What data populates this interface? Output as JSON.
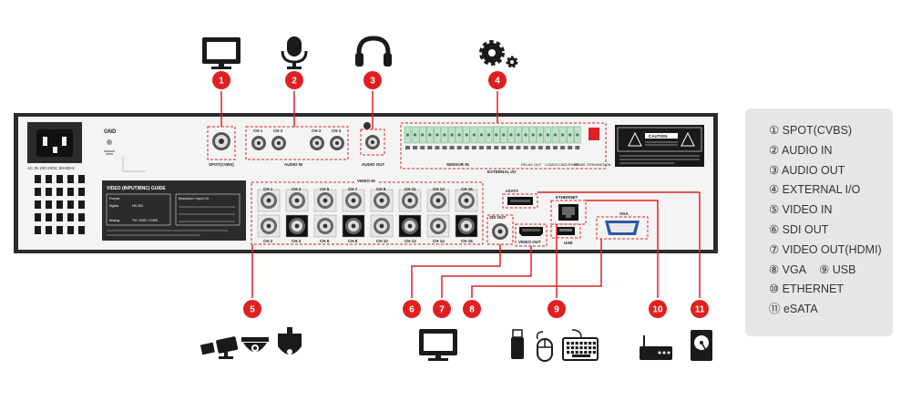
{
  "panel": {
    "power_label": "AC IN 100-240V, 50-60Hz",
    "gnd_label": "GND",
    "spot_label": "SPOT(CVBS)",
    "audio_in_label": "AUDIO IN",
    "audio_out_label": "AUDIO OUT",
    "audio_channels": [
      "CH 1",
      "CH 2",
      "CH 3",
      "CH 4"
    ],
    "video_in_label": "VIDEO IN",
    "video_top_channels": [
      "CH 1",
      "CH 3",
      "CH 5",
      "CH 7",
      "CH 9",
      "CH 11",
      "CH 13",
      "CH 15"
    ],
    "video_bottom_channels": [
      "CH 2",
      "CH 4",
      "CH 6",
      "CH 8",
      "CH 10",
      "CH 12",
      "CH 14",
      "CH 16"
    ],
    "external_io_label": "EXTERNAL I/O",
    "sensor_in_label": "SENSOR IN",
    "relay_out_label": "RELAY OUT",
    "rs485_label": "COM2/COM3 RS485",
    "rs485_term_label": "RS485 TERMINATION",
    "esata_label": "eSATA",
    "ethernet_label": "ETHERNET",
    "vga_label": "VGA",
    "usb_label": "USB",
    "sdi_out_label": "SDI OUT",
    "video_out_label": "VIDEO OUT",
    "caution_label": "CAUTION",
    "guide_title": "VIDEO (INPUT/BNC) GUIDE",
    "guide_format_header": "Format",
    "guide_resolution_header": "Resolution / Input CH",
    "guide_rows": [
      [
        "Digital",
        "HD-SDI"
      ],
      [
        "Analog",
        "TVI / AHD / CVBS"
      ]
    ]
  },
  "callouts": [
    "1",
    "2",
    "3",
    "4",
    "5",
    "6",
    "7",
    "8",
    "9",
    "10",
    "11"
  ],
  "legend": {
    "items": [
      "① SPOT(CVBS)",
      "② AUDIO IN",
      "③ AUDIO OUT",
      "④ EXTERNAL I/O",
      "⑤ VIDEO IN",
      "⑥ SDI OUT",
      "⑦ VIDEO OUT(HDMI)"
    ],
    "vga": "⑧ VGA",
    "usb": "⑨ USB",
    "ethernet": "⑩ ETHERNET",
    "esata": "⑪ eSATA"
  },
  "icons": [
    "monitor-icon",
    "microphone-icon",
    "headphones-icon",
    "gears-icon",
    "bullet-camera-icon",
    "dome-camera-icon",
    "ptz-camera-icon",
    "monitor-icon",
    "usb-stick-icon",
    "mouse-icon",
    "keyboard-icon",
    "router-icon",
    "hard-disk-icon"
  ],
  "colors": {
    "accent": "#e02020",
    "panel": "#2a2a2a",
    "legend_bg": "#e6e6e6"
  }
}
